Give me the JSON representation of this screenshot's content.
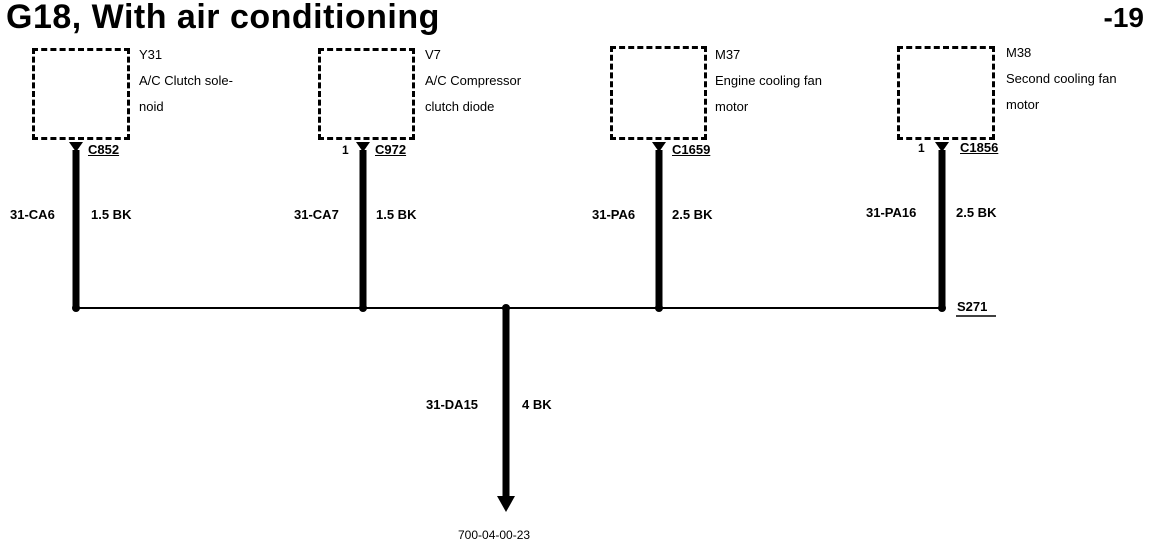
{
  "title": "G18, With air conditioning",
  "page_number": "-19",
  "components": [
    {
      "id": "Y31",
      "name_line1": "A/C Clutch sole-",
      "name_line2": "noid",
      "connector": "C852",
      "pin": ""
    },
    {
      "id": "V7",
      "name_line1": "A/C Compressor",
      "name_line2": "clutch diode",
      "connector": "C972",
      "pin": "1"
    },
    {
      "id": "M37",
      "name_line1": "Engine cooling fan",
      "name_line2": "motor",
      "connector": "C1659",
      "pin": ""
    },
    {
      "id": "M38",
      "name_line1": "Second cooling fan",
      "name_line2": "motor",
      "connector": "C1856",
      "pin": "1"
    }
  ],
  "wires": [
    {
      "circuit": "31-CA6",
      "size": "1.5 BK"
    },
    {
      "circuit": "31-CA7",
      "size": "1.5 BK"
    },
    {
      "circuit": "31-PA6",
      "size": "2.5 BK"
    },
    {
      "circuit": "31-PA16",
      "size": "2.5 BK"
    }
  ],
  "splice": "S271",
  "ground_wire": {
    "circuit": "31-DA15",
    "size": "4 BK"
  },
  "reference": "700-04-00-23"
}
